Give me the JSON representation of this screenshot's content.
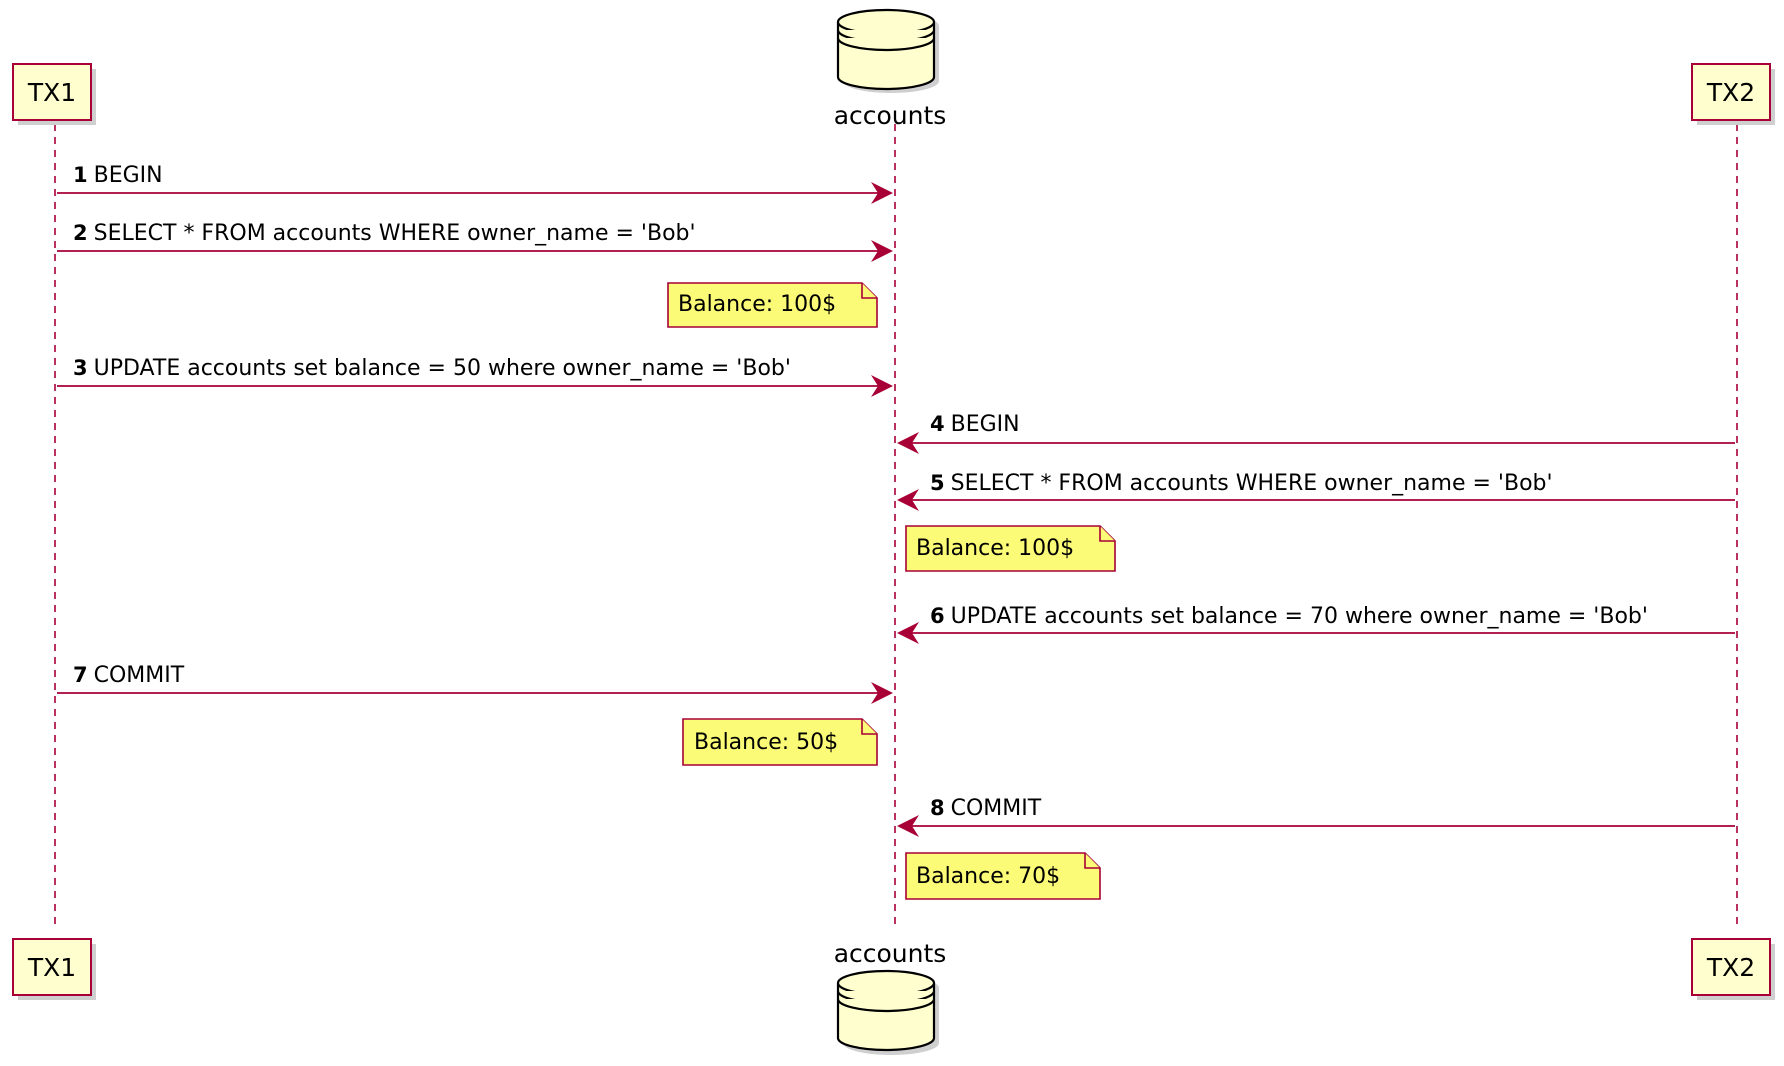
{
  "participants": {
    "tx1": {
      "label": "TX1"
    },
    "accounts": {
      "label": "accounts",
      "kind": "database"
    },
    "tx2": {
      "label": "TX2"
    }
  },
  "messages": [
    {
      "num": "1",
      "text": "BEGIN",
      "from": "tx1",
      "to": "accounts"
    },
    {
      "num": "2",
      "text": "SELECT * FROM accounts WHERE owner_name = 'Bob'",
      "from": "tx1",
      "to": "accounts"
    },
    {
      "num": "3",
      "text": "UPDATE accounts set balance = 50 where owner_name = 'Bob'",
      "from": "tx1",
      "to": "accounts"
    },
    {
      "num": "4",
      "text": "BEGIN",
      "from": "tx2",
      "to": "accounts"
    },
    {
      "num": "5",
      "text": "SELECT * FROM accounts WHERE owner_name = 'Bob'",
      "from": "tx2",
      "to": "accounts"
    },
    {
      "num": "6",
      "text": "UPDATE accounts set balance = 70 where owner_name = 'Bob'",
      "from": "tx2",
      "to": "accounts"
    },
    {
      "num": "7",
      "text": "COMMIT",
      "from": "tx1",
      "to": "accounts"
    },
    {
      "num": "8",
      "text": "COMMIT",
      "from": "tx2",
      "to": "accounts"
    }
  ],
  "notes": [
    {
      "text": "Balance: 100$",
      "side": "left of accounts"
    },
    {
      "text": "Balance: 100$",
      "side": "right of accounts"
    },
    {
      "text": "Balance: 50$",
      "side": "left of accounts"
    },
    {
      "text": "Balance: 70$",
      "side": "right of accounts"
    }
  ],
  "colors": {
    "participant_fill": "#FEFECE",
    "border": "#A80036",
    "note_fill": "#FBFB77"
  }
}
